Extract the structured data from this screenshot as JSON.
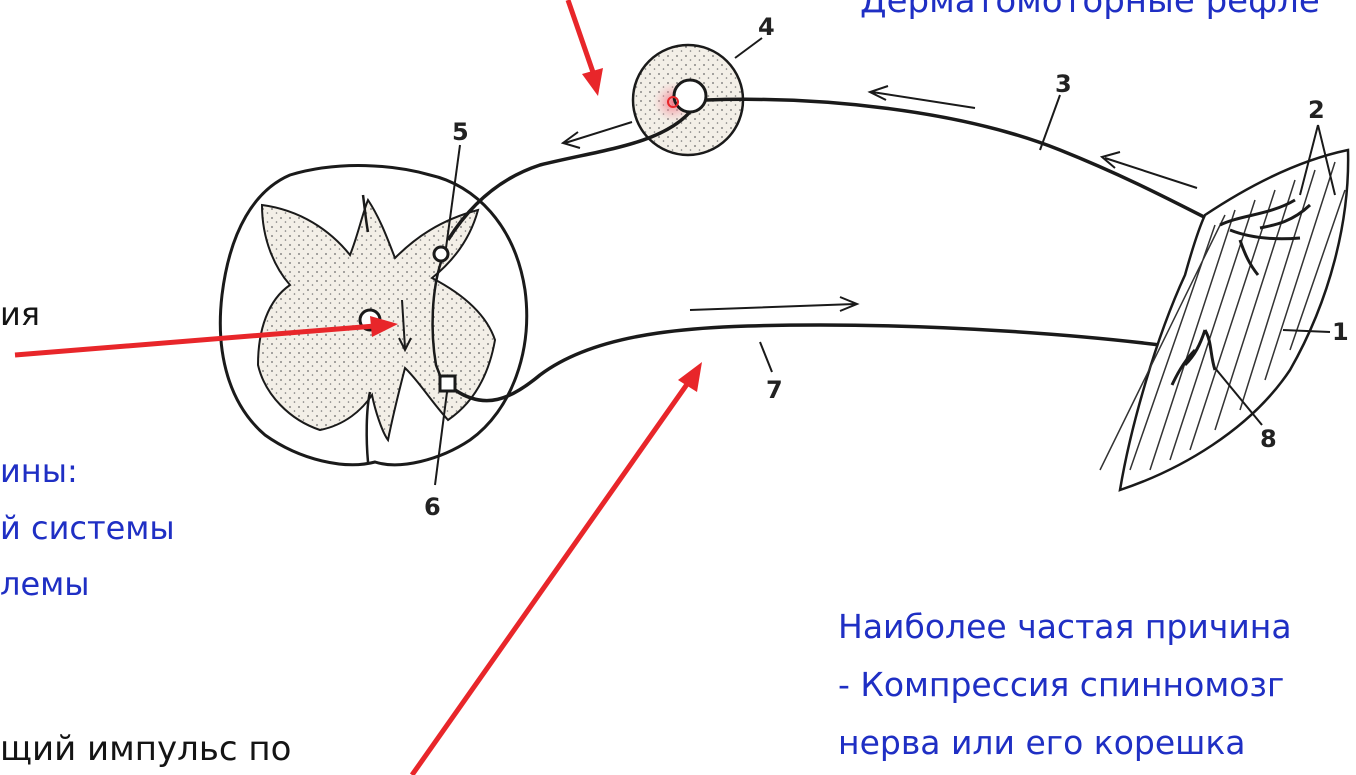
{
  "slide": {
    "top_right_fragment": "Дерматомоторные рефле",
    "left_fragment_1": "ия",
    "left_fragment_2": "ины:",
    "left_fragment_3": "й системы",
    "left_fragment_4": "лемы",
    "bottom_left_fragment": "щий импульс по",
    "cause_title": "Наиболее частая причина",
    "cause_line_1": "- Компрессия спинномозг",
    "cause_line_2": "нерва или его корешка"
  },
  "diagram": {
    "labels": [
      "1",
      "2",
      "3",
      "4",
      "5",
      "6",
      "7",
      "8"
    ],
    "colors": {
      "line": "#1a1a1a",
      "arrow_red": "#e8262a",
      "stipple": "#f0ece4",
      "blue_text": "#1f2fc4",
      "highlight": "#f2a0a8"
    }
  }
}
